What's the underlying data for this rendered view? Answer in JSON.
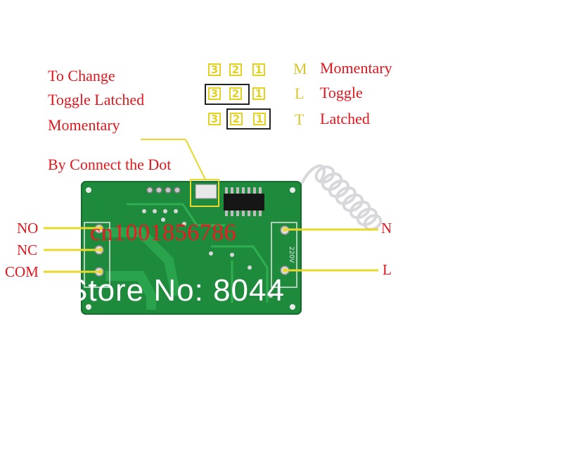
{
  "instructions": {
    "line1": "To Change",
    "line2": "Toggle Latched",
    "line3": "Momentary",
    "line4": "By Connect the Dot"
  },
  "jumper_rows": [
    {
      "pins": [
        "3",
        "2",
        "1"
      ],
      "letter": "M",
      "mode": "Momentary"
    },
    {
      "pins": [
        "3",
        "2",
        "1"
      ],
      "letter": "L",
      "mode": "Toggle"
    },
    {
      "pins": [
        "3",
        "2",
        "1"
      ],
      "letter": "T",
      "mode": "Latched"
    }
  ],
  "terminals_left": [
    "NO",
    "NC",
    "COM"
  ],
  "terminals_right": [
    "N",
    "L"
  ],
  "board_silkscreen": {
    "voltage": "220V"
  },
  "watermark": {
    "line1": "cn1001856786",
    "line2": "Store No: 8044"
  },
  "colors": {
    "label_red": "#e0161c",
    "jumper_yellow": "#e3d21f",
    "pcb_green": "#1d8a3c",
    "callout_yellow": "#e8d82c"
  }
}
